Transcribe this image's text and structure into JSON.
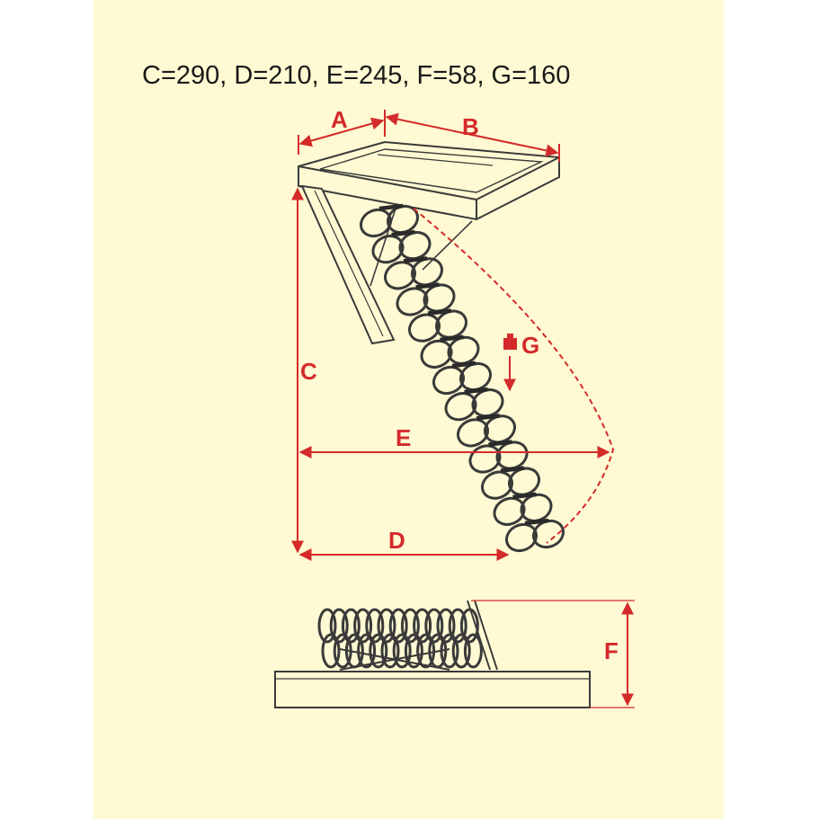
{
  "spec_text": "C=290, D=210, E=245, F=58, G=160",
  "labels": {
    "a": "A",
    "b": "B",
    "c": "C",
    "d": "D",
    "e": "E",
    "f": "F",
    "g": "G"
  },
  "colors": {
    "background": "#fffad3",
    "dimension": "#d42a2a",
    "drawing": "#3a3a3a"
  }
}
